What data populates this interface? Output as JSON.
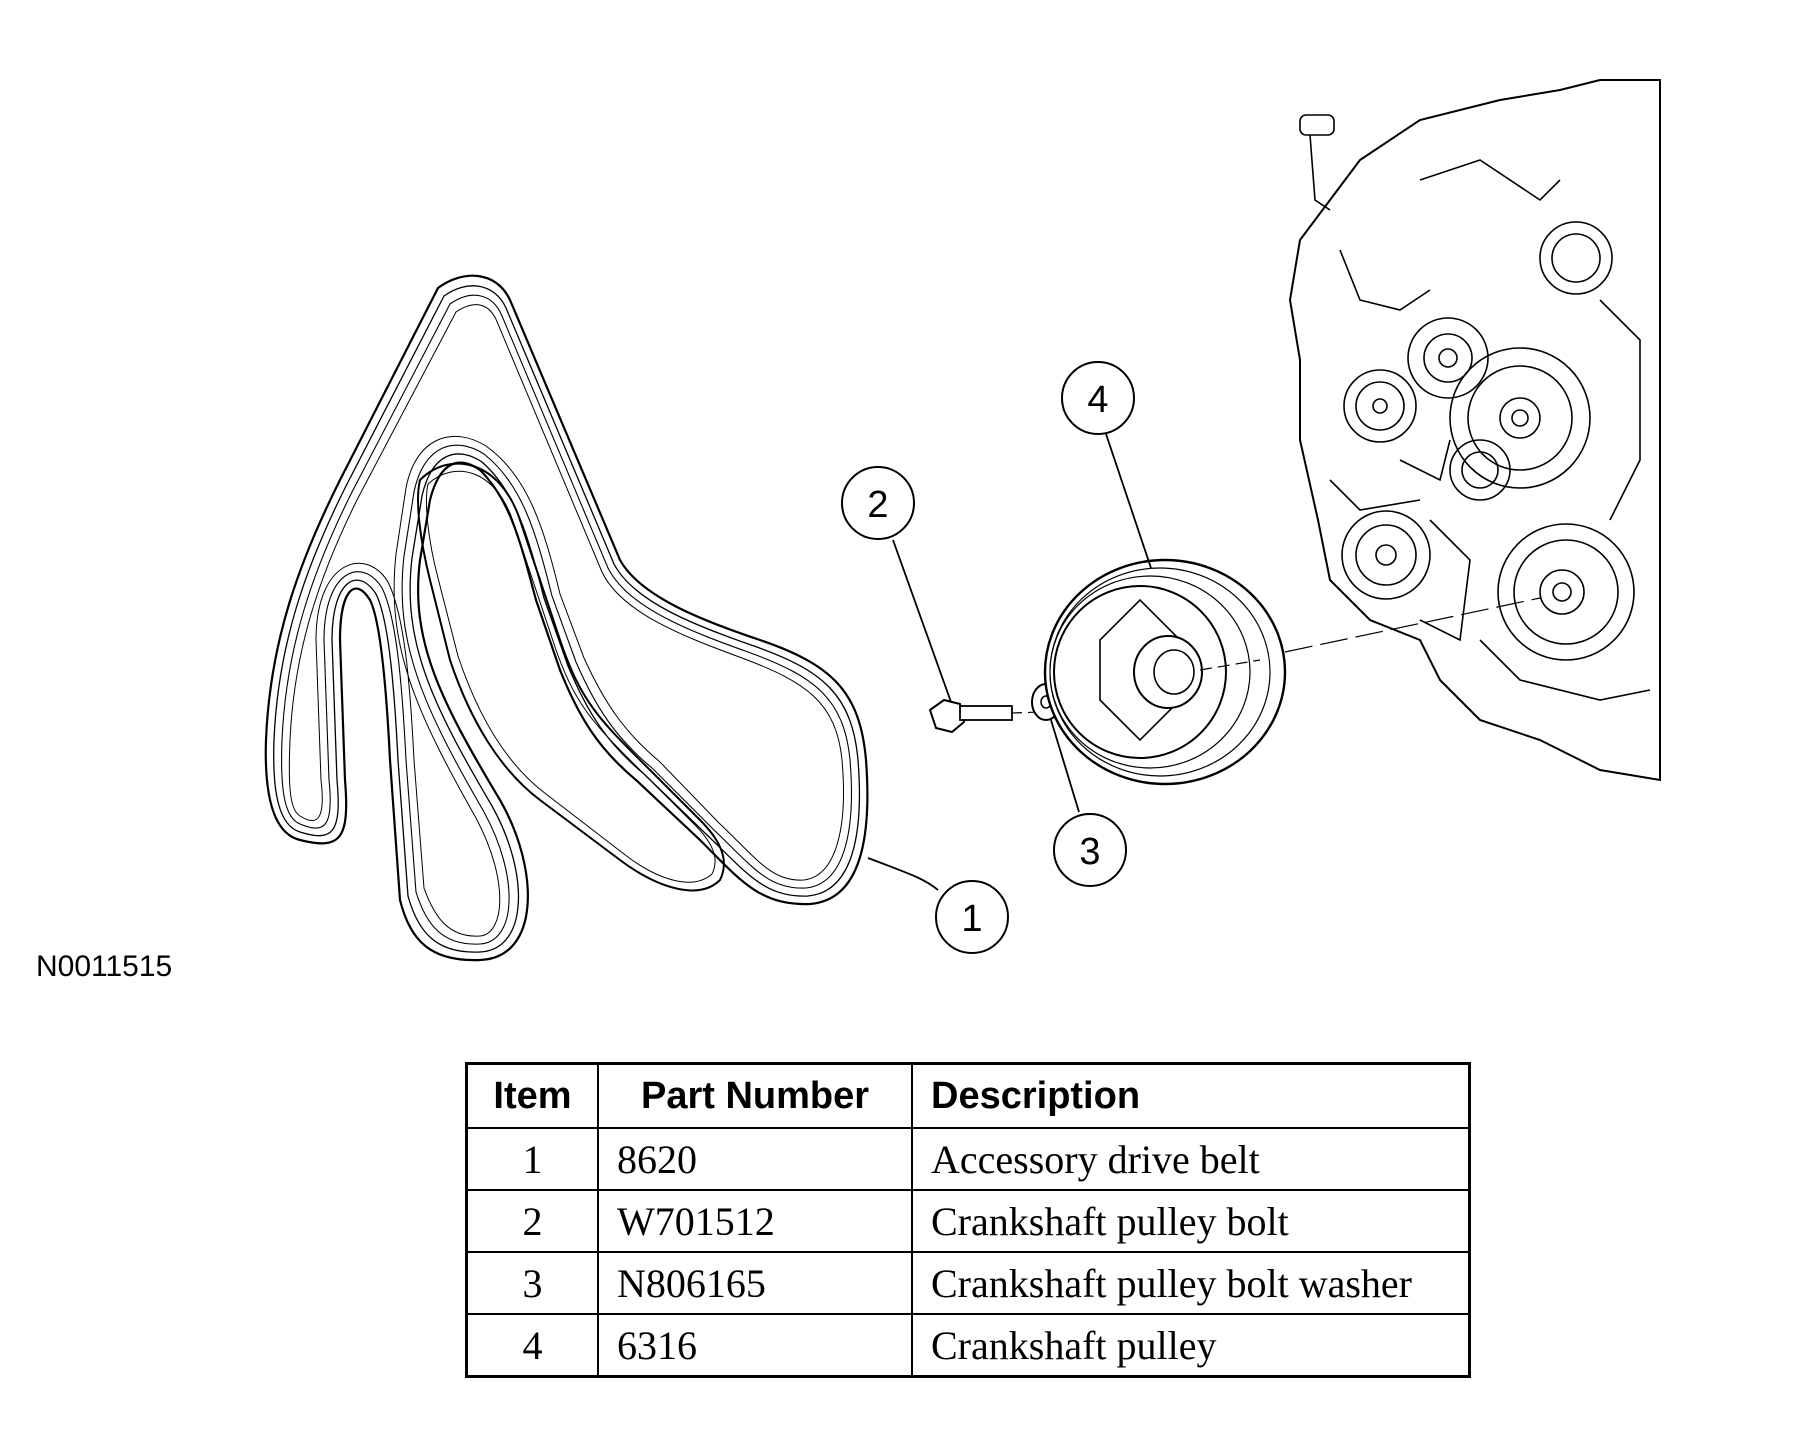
{
  "figure": {
    "id": "N0011515",
    "callouts": [
      "1",
      "2",
      "3",
      "4"
    ]
  },
  "table": {
    "headers": [
      "Item",
      "Part Number",
      "Description"
    ],
    "rows": [
      {
        "item": "1",
        "part_number": "8620",
        "description": "Accessory drive belt"
      },
      {
        "item": "2",
        "part_number": "W701512",
        "description": "Crankshaft pulley bolt"
      },
      {
        "item": "3",
        "part_number": "N806165",
        "description": "Crankshaft pulley bolt washer"
      },
      {
        "item": "4",
        "part_number": "6316",
        "description": "Crankshaft pulley"
      }
    ]
  }
}
